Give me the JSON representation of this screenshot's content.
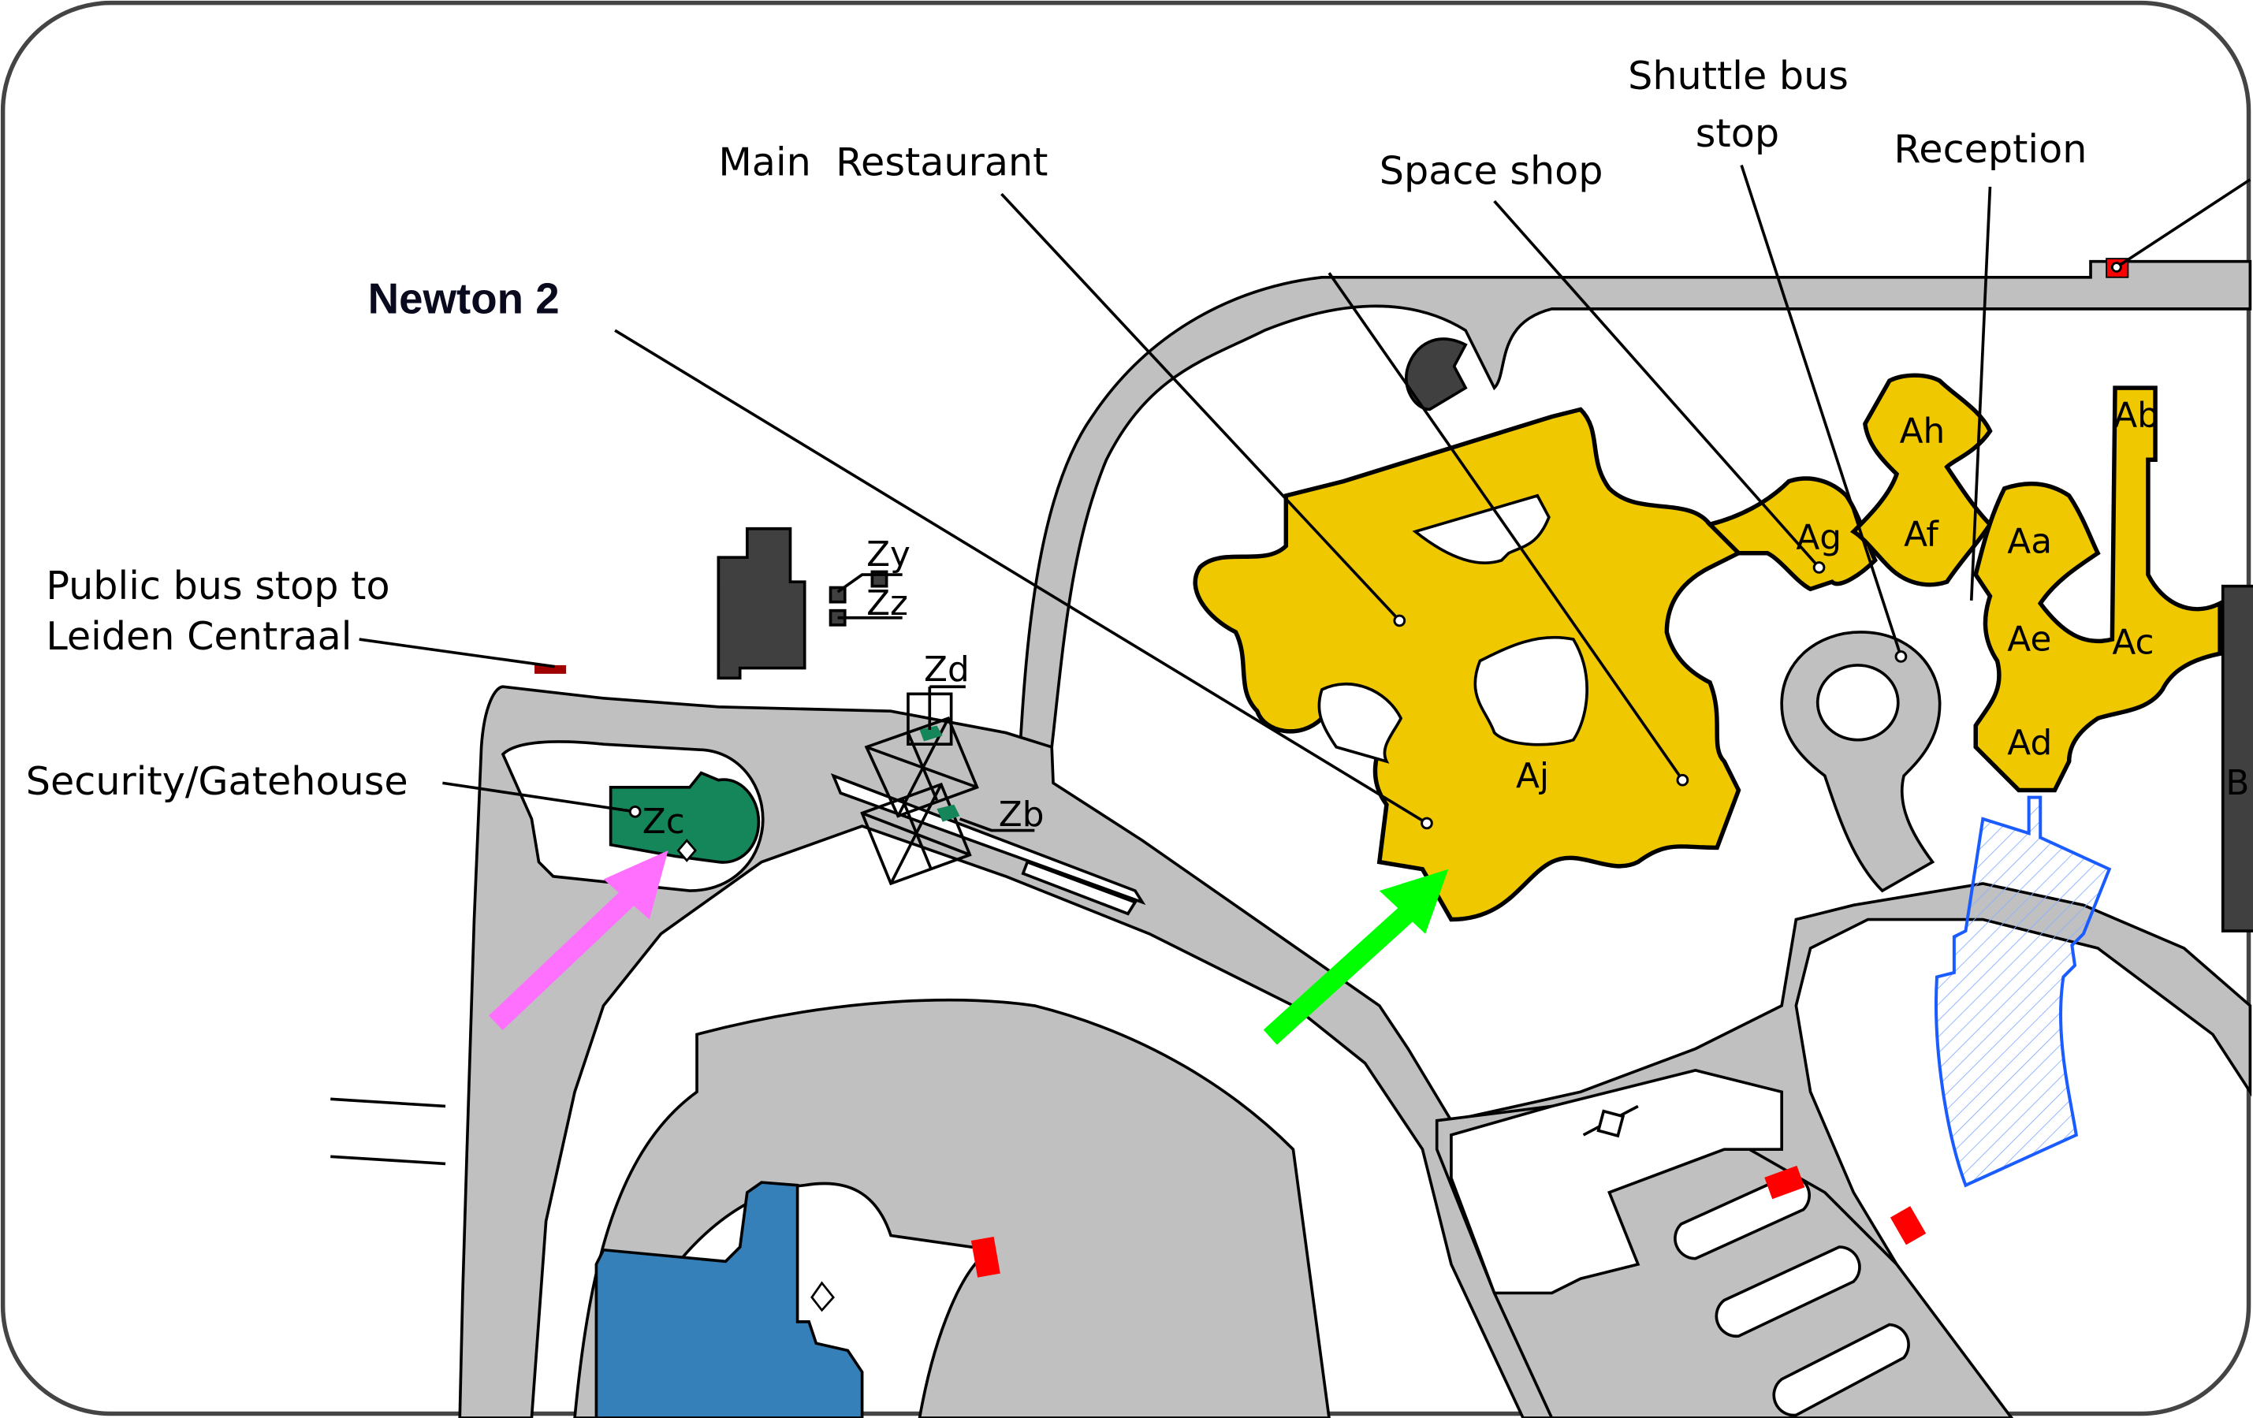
{
  "map": {
    "title": "ESTEC site map (excerpt)",
    "highlight_label": "Newton 2",
    "callouts": [
      {
        "id": "newton2",
        "text": "Newton 2"
      },
      {
        "id": "main-restaurant",
        "text": "Main  Restaurant"
      },
      {
        "id": "space-shop",
        "text": "Space shop"
      },
      {
        "id": "shuttle-bus-stop",
        "line1": "Shuttle bus",
        "line2": "stop"
      },
      {
        "id": "reception",
        "text": "Reception"
      },
      {
        "id": "public-bus-stop",
        "line1": "Public bus stop to",
        "line2": "Leiden Centraal"
      },
      {
        "id": "security-gatehouse",
        "text": "Security/Gatehouse"
      }
    ],
    "buildings": {
      "Aa": "Aa",
      "Ab": "Ab",
      "Ac": "Ac",
      "Ad": "Ad",
      "Ae": "Ae",
      "Af": "Af",
      "Ag": "Ag",
      "Ah": "Ah",
      "Aj": "Aj",
      "Zb": "Zb",
      "Zc": "Zc",
      "Zd": "Zd",
      "Zy": "Zy",
      "Zz": "Zz",
      "B": "B"
    },
    "colors": {
      "a_buildings": "#f0c800",
      "security": "#14865a",
      "blue_building": "#3580b8",
      "roads": "#c0c0c0",
      "dark_buildings": "#404040",
      "pink_arrow": "#ff70ff",
      "green_arrow": "#00ff00",
      "markers": "#ff0000",
      "hatched_area": "#1a5cff"
    },
    "arrows": [
      {
        "color": "pink",
        "points_to": "Security/Gatehouse"
      },
      {
        "color": "green",
        "points_to": "Newton 2"
      }
    ]
  }
}
